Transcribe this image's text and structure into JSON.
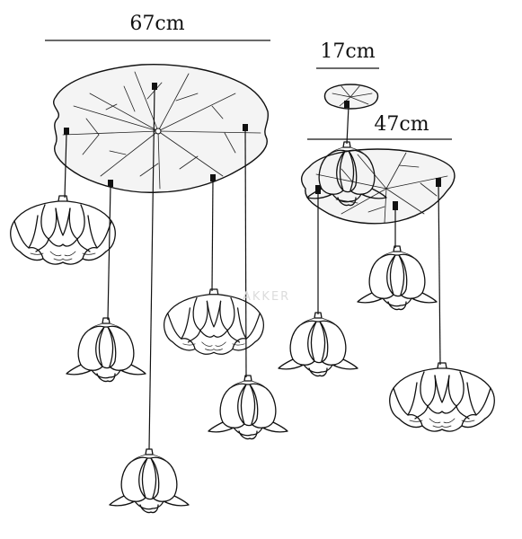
{
  "dimensions": {
    "large_leaf_width": "67cm",
    "small_canopy_width": "17cm",
    "medium_leaf_width": "47cm"
  },
  "watermark": "AKKER",
  "colors": {
    "ink": "#111111",
    "leaf_tint": "#f4f4f4",
    "background": "#ffffff"
  }
}
